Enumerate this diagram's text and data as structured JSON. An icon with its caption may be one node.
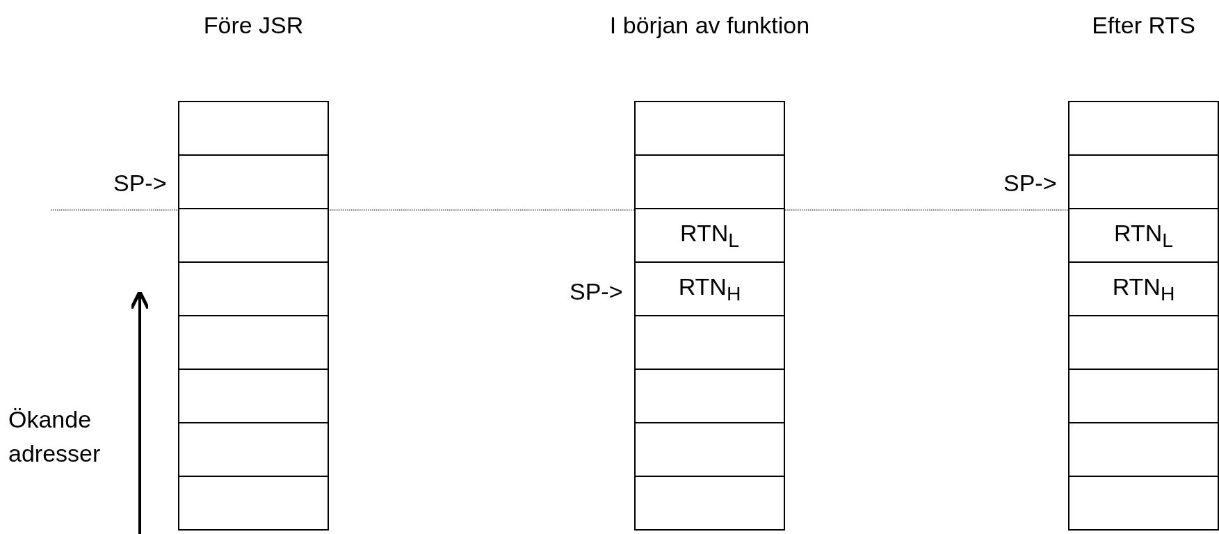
{
  "diagram": {
    "nodes": [
      {
        "text": [
          "Före JSR"
        ]
      },
      {
        "text": [],
        "shape": "box",
        "in": 0
      },
      {
        "text": [],
        "shape": "box",
        "in": 0
      },
      {
        "text": [],
        "shape": "box",
        "in": 0
      },
      {
        "text": [],
        "shape": "box",
        "in": 0
      },
      {
        "text": [],
        "shape": "box",
        "in": 0
      },
      {
        "text": [],
        "shape": "box",
        "in": 0
      },
      {
        "text": [],
        "shape": "box",
        "in": 0
      },
      {
        "text": [],
        "shape": "box",
        "in": 0
      },
      {
        "text": [
          "I början av funktion"
        ]
      },
      {
        "text": [],
        "shape": "box",
        "in": 9
      },
      {
        "text": [],
        "shape": "box",
        "in": 9
      },
      {
        "text": [
          "RTN$_{L}$"
        ],
        "in": 9
      },
      {
        "text": [
          "RTN$_{H}$"
        ],
        "in": 9
      },
      {
        "text": [],
        "shape": "box",
        "in": 9
      },
      {
        "text": [],
        "shape": "box",
        "in": 9
      },
      {
        "text": [],
        "shape": "box",
        "in": 9
      },
      {
        "text": [],
        "shape": "box",
        "in": 9
      },
      {
        "text": [
          "Efter RTS"
        ]
      },
      {
        "text": [],
        "shape": "box",
        "in": 18
      },
      {
        "text": [],
        "shape": "box",
        "in": 18
      },
      {
        "text": [
          "RTN$_{L}$"
        ],
        "in": 18
      },
      {
        "text": [
          "RTN$_{H}$"
        ],
        "in": 18
      },
      {
        "text": [],
        "shape": "box",
        "in": 18
      },
      {
        "text": [],
        "shape": "box",
        "in": 18
      },
      {
        "text": [],
        "shape": "box",
        "in": 18
      },
      {
        "text": [],
        "shape": "box",
        "in": 18
      }
    ],
    "edges": [],
    "labels": [
      "SP->",
      "SP->",
      "SP->",
      "Ökande adresser"
    ]
  }
}
